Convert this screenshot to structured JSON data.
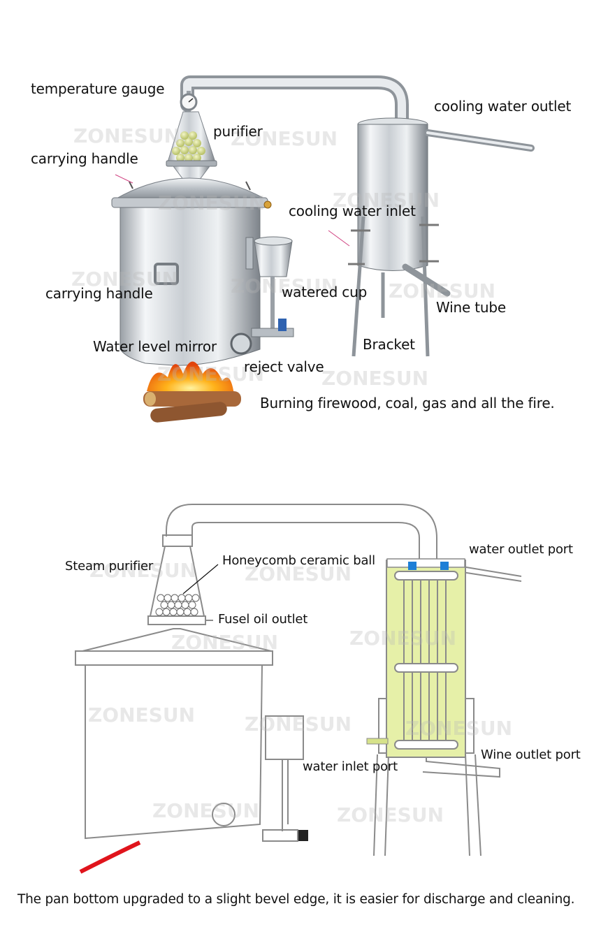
{
  "top_labels": {
    "temperature_gauge": "temperature gauge",
    "purifier": "purifier",
    "cooling_water_outlet": "cooling water outlet",
    "carrying_handle_1": "carrying handle",
    "cooling_water_inlet": "cooling water inlet",
    "carrying_handle_2": "carrying handle",
    "watered_cup": "watered cup",
    "wine_tube": "Wine tube",
    "water_level_mirror": "Water level mirror",
    "bracket": "Bracket",
    "reject_valve": "reject valve",
    "fire_caption": "Burning firewood, coal, gas and all the fire."
  },
  "bottom_labels": {
    "steam_purifier": "Steam purifier",
    "honeycomb_ceramic_ball": "Honeycomb ceramic ball",
    "water_outlet_port": "water outlet port",
    "fusel_oil_outlet": "Fusel oil outlet",
    "wine_outlet_port": "Wine outlet port",
    "water_inlet_port": "water inlet port"
  },
  "footer_caption": "The pan bottom upgraded to a slight bevel edge, it is easier for discharge and cleaning.",
  "watermark": "ZONESUN",
  "colors": {
    "steel_light": "#eef0f2",
    "steel_dark": "#8c9196",
    "condenser_fill": "#e6f0a8",
    "port_blue": "#1e7fd6",
    "fire_red": "#e0141c"
  }
}
